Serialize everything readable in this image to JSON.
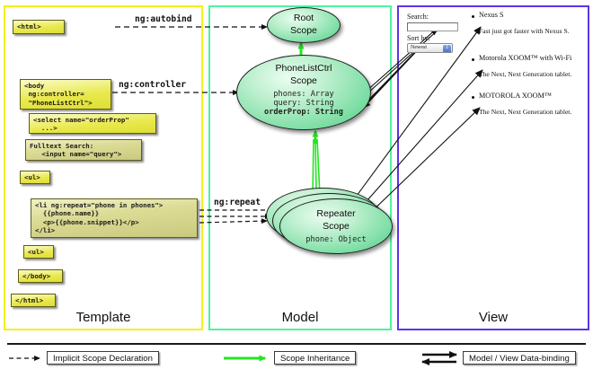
{
  "columns": {
    "template": {
      "label": "Template"
    },
    "model": {
      "label": "Model"
    },
    "view": {
      "label": "View"
    }
  },
  "template_boxes": [
    {
      "name": "html-open",
      "text": "<html>"
    },
    {
      "name": "body-open",
      "text": "<body\n ng:controller=\n \"PhoneListCtrl\">"
    },
    {
      "name": "select",
      "text": "<select name=\"orderProp\"\n  ...>"
    },
    {
      "name": "fulltext",
      "text": "Fulltext Search:\n   <input name=\"query\">"
    },
    {
      "name": "ul-open",
      "text": "<ul>"
    },
    {
      "name": "li-repeat",
      "text": "<li ng:repeat=\"phone in phones\">\n  {{phone.name}}\n  <p>{{phone.snippet}}</p>\n</li>"
    },
    {
      "name": "ul-close",
      "text": "<ul>"
    },
    {
      "name": "body-close",
      "text": "</body>"
    },
    {
      "name": "html-close",
      "text": "</html>"
    }
  ],
  "edge_labels": {
    "autobind": "ng:autobind",
    "controller": "ng:controller",
    "repeat": "ng:repeat"
  },
  "scopes": [
    {
      "name": "root-scope",
      "title1": "Root",
      "title2": "Scope",
      "props": []
    },
    {
      "name": "phonelist-scope",
      "title1": "PhoneListCtrl",
      "title2": "Scope",
      "props": [
        {
          "text": "phones: Array",
          "bold": false
        },
        {
          "text": "query: String",
          "bold": false
        },
        {
          "text": "orderProp: String",
          "bold": true
        }
      ]
    },
    {
      "name": "repeater-scope",
      "title1": "Repeater",
      "title2": "Scope",
      "props": [
        {
          "text": "phone: Object",
          "bold": false
        }
      ]
    }
  ],
  "view": {
    "search_label": "Search:",
    "search_value": "",
    "search_placeholder": "",
    "sort_label": "Sort by:",
    "sort_selected": "Newest",
    "sort_options": [
      "Newest"
    ],
    "phones": [
      {
        "name": "Nexus S",
        "snippet": "Fast just got faster with Nexus S."
      },
      {
        "name": "Motorola XOOM™  with Wi-Fi",
        "snippet": "The Next, Next Generation tablet."
      },
      {
        "name": "MOTOROLA XOOM™",
        "snippet": "The Next, Next Generation tablet."
      }
    ]
  },
  "legend": [
    {
      "name": "implicit-scope-declaration",
      "label": "Implicit Scope Declaration",
      "style": "dashed-arrow"
    },
    {
      "name": "scope-inheritance",
      "label": "Scope Inheritance",
      "style": "green-arrow"
    },
    {
      "name": "model-view-data-binding",
      "label": "Model / View Data-binding",
      "style": "double-arrow"
    }
  ],
  "colors": {
    "template_border": "#f2f21c",
    "model_border": "#4ff2a0",
    "view_border": "#5b34e8",
    "scope_green": "#7fdfa6",
    "code_yellow": "#e9e94e",
    "inheritance_green": "#22e622"
  }
}
